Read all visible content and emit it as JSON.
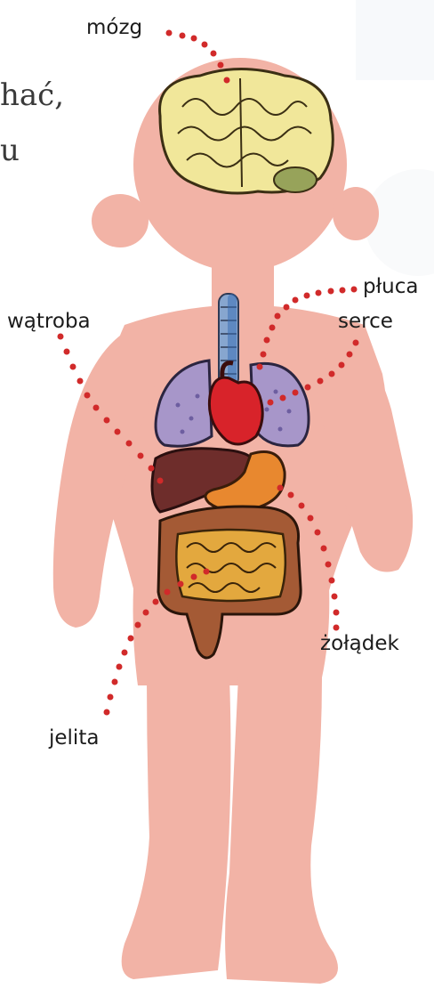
{
  "background_text": {
    "line1": "hać,",
    "line2": "u"
  },
  "labels": {
    "brain": "mózg",
    "lungs": "płuca",
    "liver": "wątroba",
    "heart": "serce",
    "stomach": "żołądek",
    "intestines": "jelita"
  },
  "colors": {
    "skin": "#f2b3a6",
    "brain": "#f1e79a",
    "brain_lines": "#3b2f14",
    "lungs": "#a796c9",
    "heart": "#d8232a",
    "liver": "#6e2d2b",
    "stomach": "#e8882f",
    "intestines": "#e3a83e",
    "large_intestine": "#a45a35",
    "trachea": "#87a6cf",
    "dots": "#d12a2a"
  }
}
